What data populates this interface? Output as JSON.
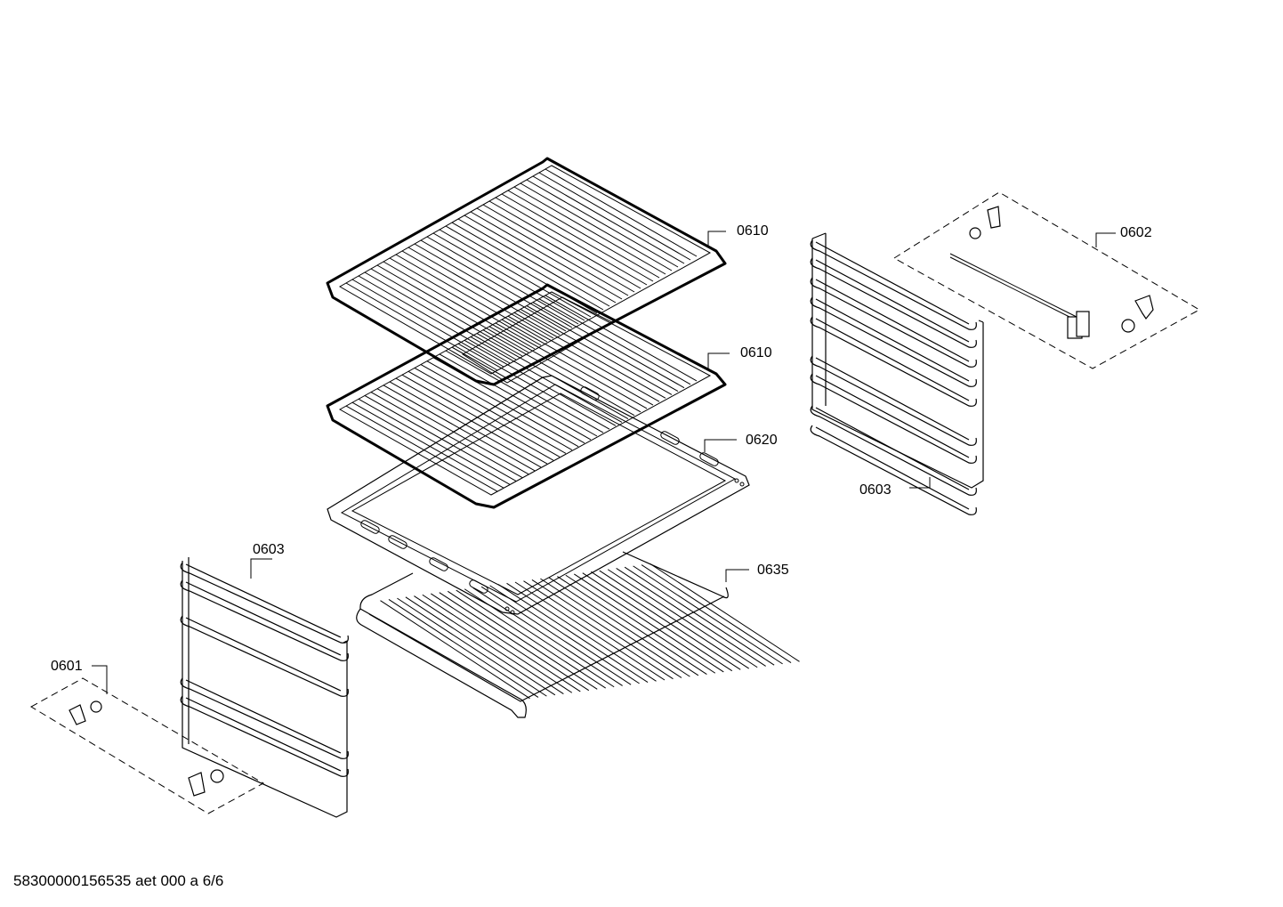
{
  "labels": {
    "rack_upper": "0610",
    "rack_lower": "0610",
    "tray": "0620",
    "bottom_grid": "0635",
    "rail_right": "0603",
    "rail_left": "0603",
    "kit_right": "0602",
    "kit_left": "0601"
  },
  "footer": "58300000156535 aet 000 a 6/6"
}
